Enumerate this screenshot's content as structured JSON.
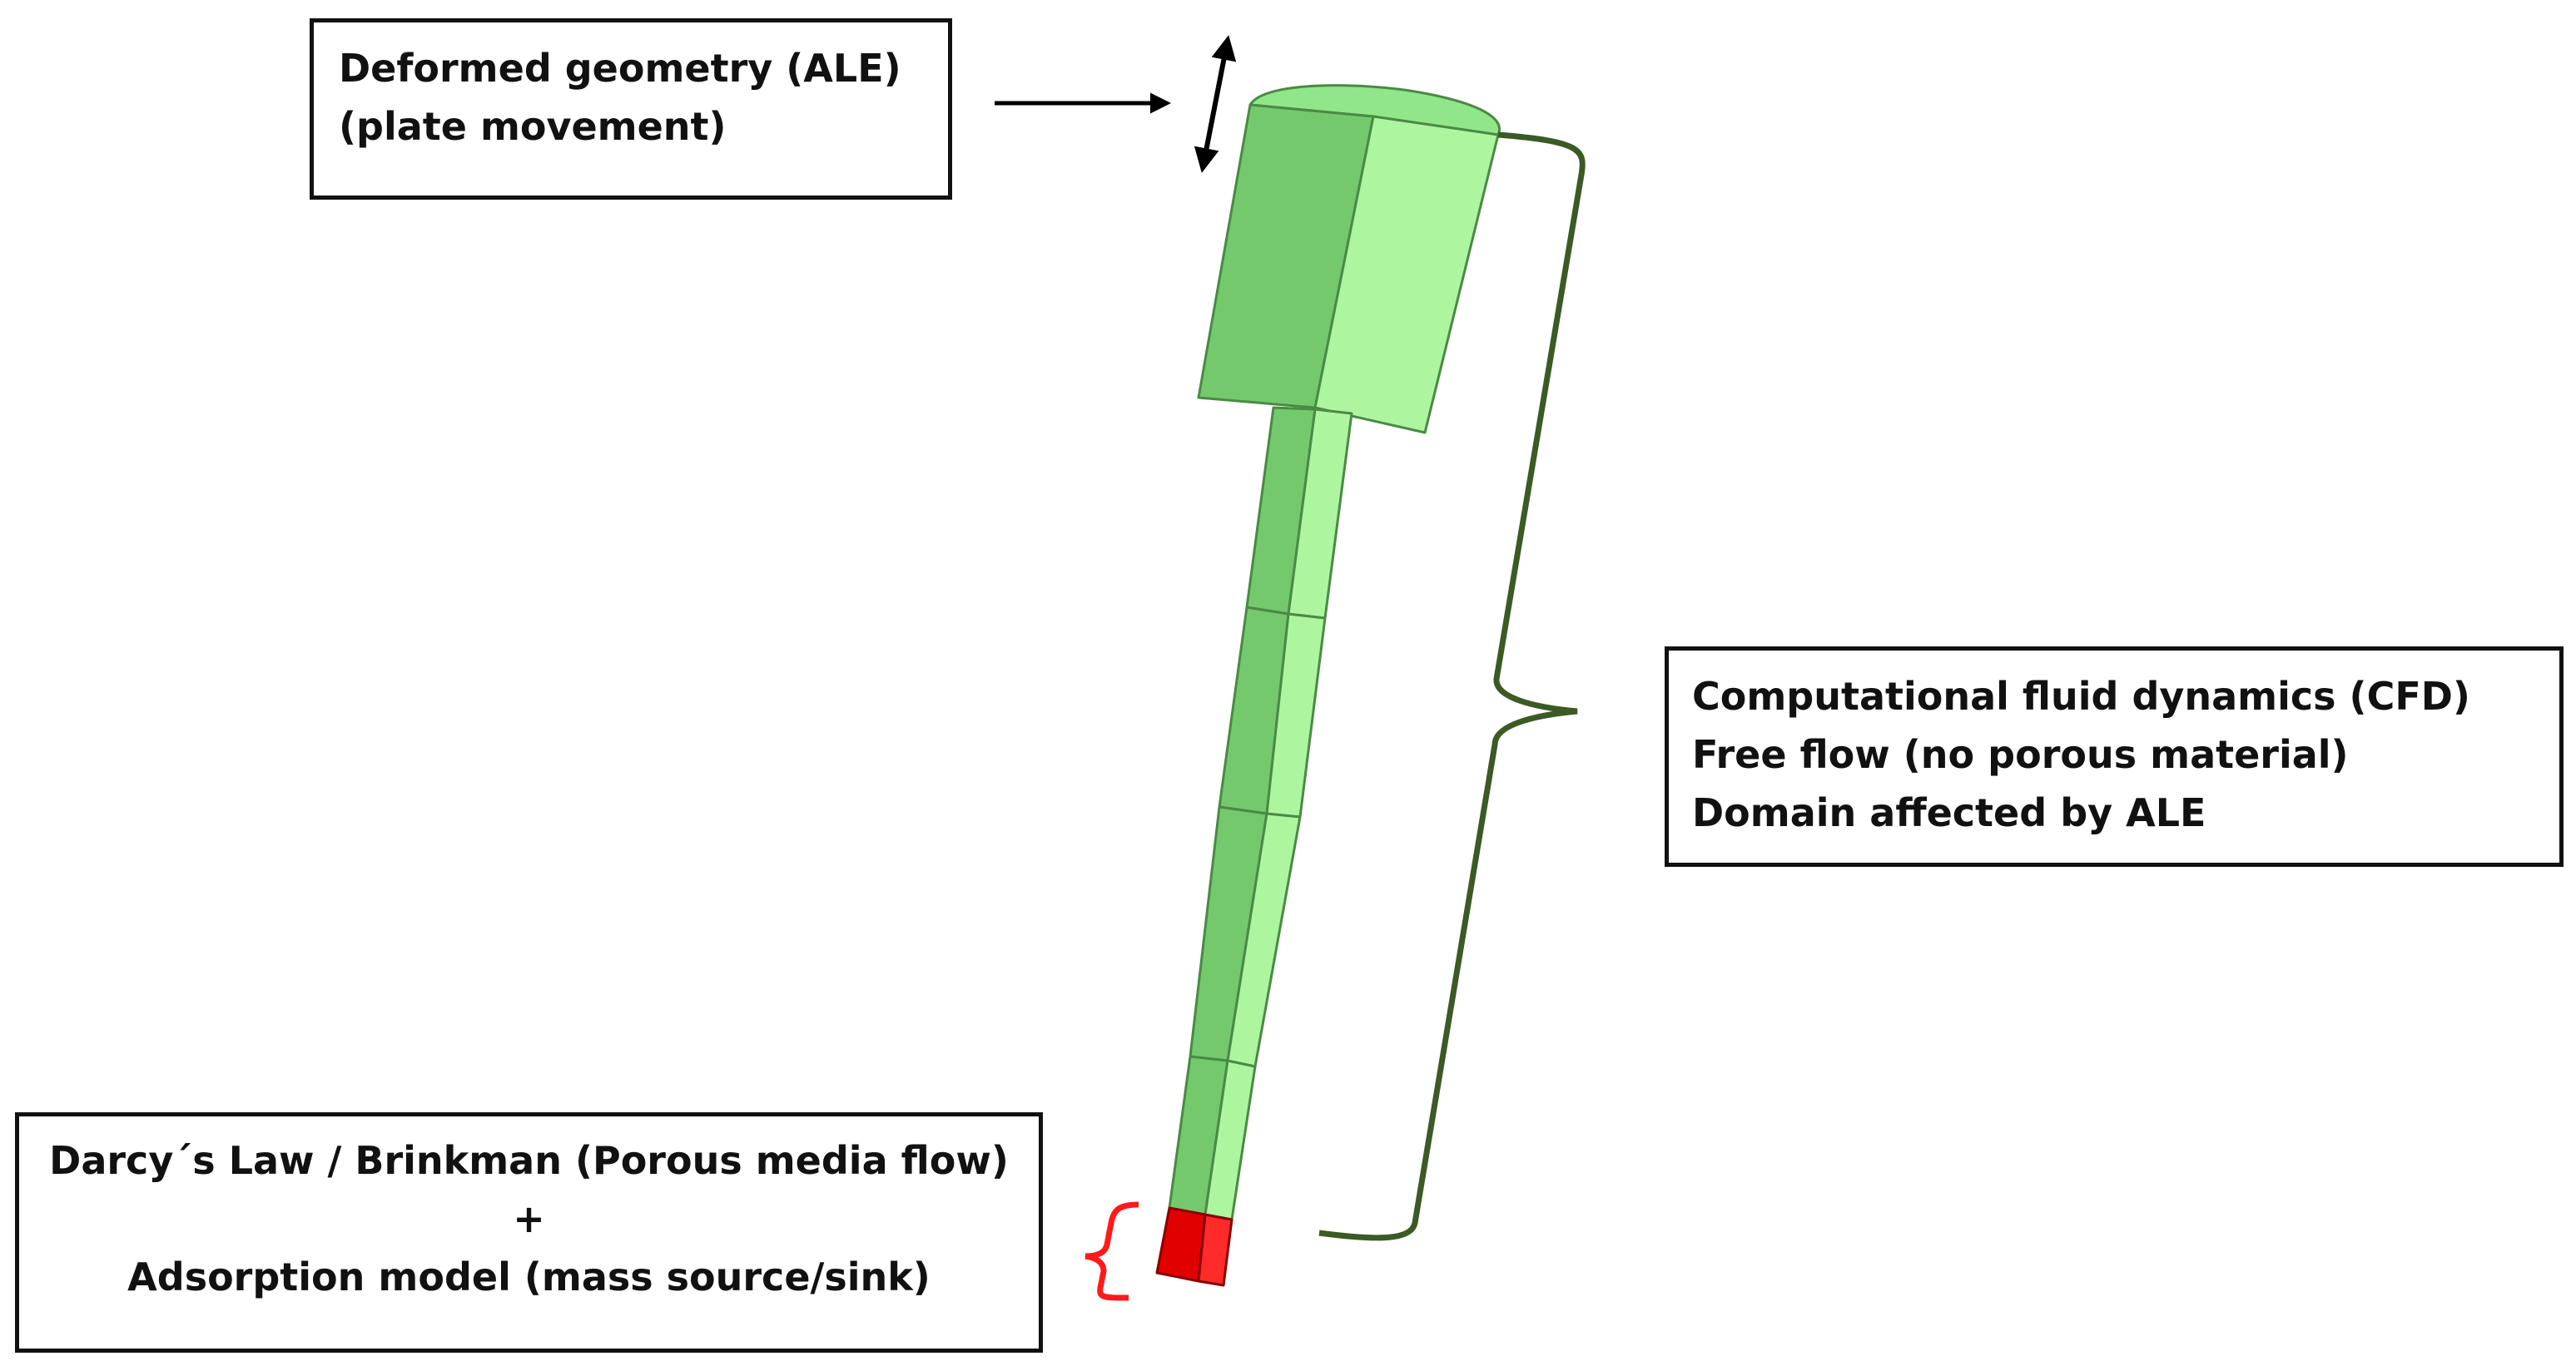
{
  "labels": {
    "ale": [
      "Deformed geometry (ALE)",
      "(plate movement)"
    ],
    "cfd": [
      "Computational fluid dynamics (CFD)",
      "Free flow (no porous material)",
      "Domain affected by ALE"
    ],
    "darcy": [
      "Darcy´s Law / Brinkman (Porous media flow)",
      "+",
      "Adsorption model (mass source/sink)"
    ]
  },
  "colors": {
    "free_flow_light": "#aef5a0",
    "free_flow_mid": "#92e68a",
    "free_flow_dark": "#74c96d",
    "porous_domain": "#e00000",
    "cfd_brace": "#3b5a24",
    "porous_brace": "#ff1a1a",
    "arrow": "#000000"
  }
}
